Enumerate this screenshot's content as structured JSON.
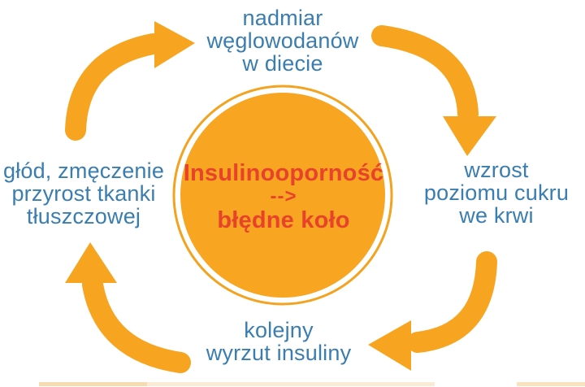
{
  "diagram": {
    "title_semantic": "insulin resistance vicious cycle",
    "center": {
      "line1": "Insulinooporność",
      "line2": "-->",
      "line3": "błędne koło"
    },
    "stages": {
      "top": {
        "lines": [
          "nadmiar",
          "węglowodanów",
          "w diecie"
        ]
      },
      "right": {
        "lines": [
          "wzrost",
          "poziomu cukru",
          "we krwi"
        ]
      },
      "bottom": {
        "lines": [
          "kolejny",
          "wyrzut insuliny"
        ]
      },
      "left": {
        "lines": [
          "głód, zmęczenie",
          "przyrost tkanki",
          "tłuszczowej"
        ]
      }
    },
    "colors": {
      "arrow_orange": "#F7A521",
      "circle_fill": "#F8A621",
      "circle_ring": "#F2A31F",
      "label_blue": "#3A7DB0",
      "center_red": "#E8432A",
      "bottom_strip_peach": "#F7DCB2",
      "bottom_strip_light": "#FBEBD6"
    }
  }
}
